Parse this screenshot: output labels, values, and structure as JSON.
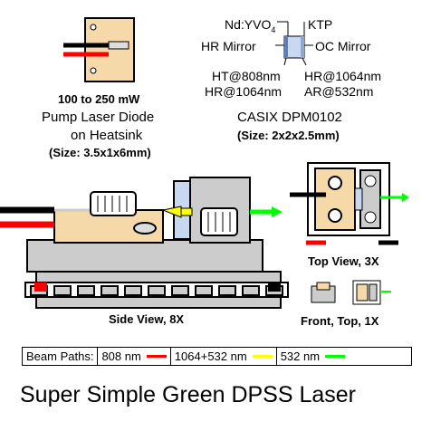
{
  "labels": {
    "crystal_material": "Nd:YVO",
    "crystal_subscript": "4",
    "ktp": "KTP",
    "hr_mirror": "HR Mirror",
    "oc_mirror": "OC Mirror",
    "ht808": "HT@808nm",
    "hr1064_left": "HR@1064nm",
    "hr1064_right": "HR@1064nm",
    "ar532": "AR@532nm",
    "casix": "CASIX DPM0102",
    "casix_size": "(Size: 2x2x2.5mm)",
    "diode_power": "100 to 250 mW",
    "diode_name": "Pump Laser Diode",
    "diode_mount": "on Heatsink",
    "diode_size": "(Size: 3.5x1x6mm)",
    "top_view": "Top View, 3X",
    "side_view": "Side View, 8X",
    "front_view": "Front, Top, 1X",
    "title": "Super Simple Green DPSS Laser"
  },
  "legend": {
    "heading": "Beam Paths:",
    "items": [
      {
        "label": "808 nm",
        "color": "#ff0000"
      },
      {
        "label": "1064+532 nm",
        "color": "#ffff00"
      },
      {
        "label": "532 nm",
        "color": "#00ff00"
      }
    ]
  },
  "colors": {
    "heatsink": "#f5d9a8",
    "base_gray": "#cccccc",
    "crystal_blue": "#c8d8f0",
    "green_beam": "#00ff00",
    "red_wire": "#ff0000"
  }
}
